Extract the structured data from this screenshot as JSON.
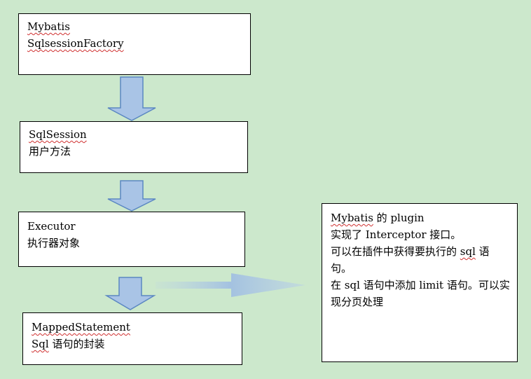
{
  "colors": {
    "background": "#cce8cc",
    "arrow_fill": "#a9c4e6",
    "arrow_stroke": "#5b87c2",
    "spell_underline": "#d03030"
  },
  "factory_box": {
    "line1": "Mybatis",
    "line2": "SqlsessionFactory"
  },
  "session_box": {
    "line1": "SqlSession",
    "line2": "用户方法"
  },
  "executor_box": {
    "line1": "Executor",
    "line2": "执行器对象"
  },
  "mapped_box": {
    "line1": "MappedStatement",
    "line2_word": "Sql",
    "line2_rest": " 语句的封装"
  },
  "plugin_box": {
    "line1_word": "Mybatis",
    "line1_rest": " 的 plugin",
    "line2": "实现了 Interceptor 接口。",
    "line3_pre": "可以在插件中获得要执行的 ",
    "line3_word": "sql",
    "line3_post": " 语句。",
    "line4": "在 sql 语句中添加 limit 语句。可以实现分页处理"
  }
}
